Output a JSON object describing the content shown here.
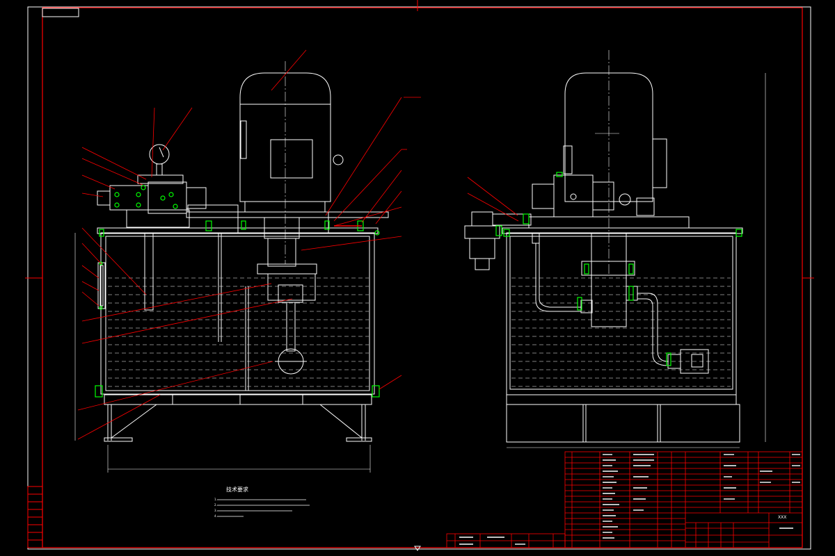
{
  "drawing": {
    "title_block": {
      "drawing_name": "XXX",
      "part_name": "",
      "sheet_info": ""
    },
    "technical_requirements": {
      "heading": "技术要求",
      "items": [
        "1.",
        "2.",
        "3.",
        "4."
      ]
    },
    "colors": {
      "background": "#000000",
      "border": "#ff0000",
      "outline": "#ffffff",
      "hidden_fill": "#888888",
      "leader": "#ff0000",
      "bolts": "#00ff00",
      "liquid_lines": "#ffffff"
    }
  }
}
